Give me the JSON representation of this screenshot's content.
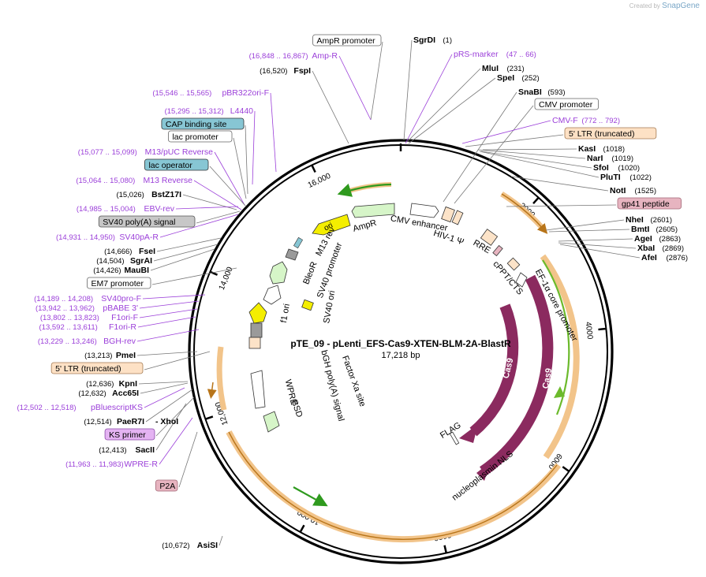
{
  "credit": {
    "prefix": "Created by",
    "brand": "SnapGene"
  },
  "map": {
    "title": "pTE_09 - pLenti_EFS-Cas9-XTEN-BLM-2A-BlastR",
    "subtitle": "17,218 bp",
    "total_bp": 17218,
    "ticks": [
      {
        "pos": 2000,
        "label": "2000"
      },
      {
        "pos": 4000,
        "label": "4000"
      },
      {
        "pos": 6000,
        "label": "6000"
      },
      {
        "pos": 8000,
        "label": "8000"
      },
      {
        "pos": 10000,
        "label": "10,000"
      },
      {
        "pos": 12000,
        "label": "12,000"
      },
      {
        "pos": 14000,
        "label": "14,000"
      },
      {
        "pos": 16000,
        "label": "16,000"
      }
    ]
  },
  "colors": {
    "primer": "#9b3fd9",
    "enzyme": "#000000",
    "cas9": "#8b2a5f",
    "orf": "#e9a13a",
    "orf_inner": "#8cc63f",
    "ori": "#f4ee00",
    "promoter_fill": "#ffffff",
    "feature_green": "#d6f5c8",
    "feature_orange": "#fce3c8",
    "feature_gray": "#9a9a9a",
    "cap_box": "#87c6d4",
    "gray_box": "#c7c7c7",
    "pink_box": "#e7b4c0",
    "ltr_box": "#fde1c5",
    "ks_box": "#e4b3f2"
  },
  "labels_left": [
    {
      "text": "AmpR promoter",
      "type": "boxed-white"
    },
    {
      "range": "(16,848 .. 16,867)",
      "text": "Amp-R",
      "type": "primer"
    },
    {
      "pos": "(16,520)",
      "text": "FspI",
      "type": "enzyme"
    },
    {
      "range": "(15,546 .. 15,565)",
      "text": "pBR322ori-F",
      "type": "primer"
    },
    {
      "range": "(15,295 .. 15,312)",
      "text": "L4440",
      "type": "primer"
    },
    {
      "text": "CAP binding site",
      "type": "boxed-cap"
    },
    {
      "text": "lac promoter",
      "type": "boxed-white"
    },
    {
      "range": "(15,077 .. 15,099)",
      "text": "M13/pUC Reverse",
      "type": "primer"
    },
    {
      "text": "lac operator",
      "type": "boxed-cap"
    },
    {
      "range": "(15,064 .. 15,080)",
      "text": "M13 Reverse",
      "type": "primer"
    },
    {
      "pos": "(15,026)",
      "text": "BstZ17I",
      "type": "enzyme"
    },
    {
      "range": "(14,985 .. 15,004)",
      "text": "EBV-rev",
      "type": "primer"
    },
    {
      "text": "SV40 poly(A) signal",
      "type": "boxed-gray"
    },
    {
      "range": "(14,931 .. 14,950)",
      "text": "SV40pA-R",
      "type": "primer"
    },
    {
      "pos": "(14,666)",
      "text": "FseI",
      "type": "enzyme"
    },
    {
      "pos": "(14,504)",
      "text": "SgrAI",
      "type": "enzyme"
    },
    {
      "pos": "(14,426)",
      "text": "MauBI",
      "type": "enzyme"
    },
    {
      "text": "EM7 promoter",
      "type": "boxed-white"
    },
    {
      "range": "(14,189 .. 14,208)",
      "text": "SV40pro-F",
      "type": "primer"
    },
    {
      "range": "(13,942 .. 13,962)",
      "text": "pBABE 3'",
      "type": "primer"
    },
    {
      "range": "(13,802 .. 13,823)",
      "text": "F1ori-F",
      "type": "primer"
    },
    {
      "range": "(13,592 .. 13,611)",
      "text": "F1ori-R",
      "type": "primer"
    },
    {
      "range": "(13,229 .. 13,246)",
      "text": "BGH-rev",
      "type": "primer"
    },
    {
      "pos": "(13,213)",
      "text": "PmeI",
      "type": "enzyme"
    },
    {
      "text": "5' LTR (truncated)",
      "type": "boxed-ltr"
    },
    {
      "pos": "(12,636)",
      "text": "KpnI",
      "type": "enzyme"
    },
    {
      "pos": "(12,632)",
      "text": "Acc65I",
      "type": "enzyme"
    },
    {
      "range": "(12,502 .. 12,518)",
      "text": "pBluescriptKS",
      "type": "primer"
    },
    {
      "pos": "(12,514)",
      "text": "PaeR7I",
      "extra": "- XhoI",
      "type": "enzyme"
    },
    {
      "text": "KS primer",
      "type": "boxed-ks"
    },
    {
      "pos": "(12,413)",
      "text": "SacII",
      "type": "enzyme"
    },
    {
      "range": "(11,963 .. 11,983)",
      "text": "WPRE-R",
      "type": "primer"
    },
    {
      "text": "P2A",
      "type": "boxed-pink"
    },
    {
      "pos": "(10,672)",
      "text": "AsiSI",
      "type": "enzyme"
    }
  ],
  "labels_right": [
    {
      "text": "SgrDI",
      "pos": "(1)",
      "type": "enzyme"
    },
    {
      "text": "pRS-marker",
      "range": "(47 .. 66)",
      "type": "primer"
    },
    {
      "text": "MluI",
      "pos": "(231)",
      "type": "enzyme"
    },
    {
      "text": "SpeI",
      "pos": "(252)",
      "type": "enzyme"
    },
    {
      "text": "SnaBI",
      "pos": "(593)",
      "type": "enzyme"
    },
    {
      "text": "CMV promoter",
      "type": "boxed-white"
    },
    {
      "text": "CMV-F",
      "range": "(772 .. 792)",
      "type": "primer"
    },
    {
      "text": "5' LTR (truncated)",
      "type": "boxed-ltr"
    },
    {
      "text": "KasI",
      "pos": "(1018)",
      "type": "enzyme"
    },
    {
      "text": "NarI",
      "pos": "(1019)",
      "type": "enzyme"
    },
    {
      "text": "SfoI",
      "pos": "(1020)",
      "type": "enzyme"
    },
    {
      "text": "PluTI",
      "pos": "(1022)",
      "type": "enzyme"
    },
    {
      "text": "NotI",
      "pos": "(1525)",
      "type": "enzyme"
    },
    {
      "text": "gp41 peptide",
      "type": "boxed-pink"
    },
    {
      "text": "NheI",
      "pos": "(2601)",
      "type": "enzyme"
    },
    {
      "text": "BmtI",
      "pos": "(2605)",
      "type": "enzyme"
    },
    {
      "text": "AgeI",
      "pos": "(2863)",
      "type": "enzyme"
    },
    {
      "text": "XbaI",
      "pos": "(2869)",
      "type": "enzyme"
    },
    {
      "text": "AfeI",
      "pos": "(2876)",
      "type": "enzyme"
    }
  ],
  "inner_labels": [
    {
      "text": "AmpR"
    },
    {
      "text": "ori"
    },
    {
      "text": "CMV enhancer"
    },
    {
      "text": "HIV-1 Ψ"
    },
    {
      "text": "RRE"
    },
    {
      "text": "cPPT/CTS"
    },
    {
      "text": "EF-1α core promoter"
    },
    {
      "text": "M13 rev"
    },
    {
      "text": "BleoR"
    },
    {
      "text": "SV40 promoter"
    },
    {
      "text": "f1 ori"
    },
    {
      "text": "SV40 ori"
    },
    {
      "text": "bGH poly(A) signal"
    },
    {
      "text": "Factor Xa site"
    },
    {
      "text": "WPRE"
    },
    {
      "text": "BSD"
    },
    {
      "text": "Cas9"
    },
    {
      "text": "Cas9"
    },
    {
      "text": "FLAG"
    },
    {
      "text": "nucleoplasmin NLS"
    }
  ]
}
